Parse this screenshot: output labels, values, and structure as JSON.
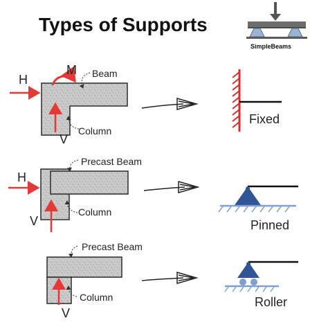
{
  "title": "Types of Supports",
  "logo": {
    "text": "SimpleBeams"
  },
  "colors": {
    "arrow": "#e53935",
    "fixed_wall": "#d32f2f",
    "support_blue": "#2f5597",
    "ground_blue": "#7f9fcf",
    "concrete": "#c9c9c9",
    "outline": "#2a2a2a"
  },
  "rows": [
    {
      "labels": {
        "h": "H",
        "v": "V",
        "m": "M",
        "top": "Beam",
        "column": "Column"
      },
      "result": "Fixed"
    },
    {
      "labels": {
        "h": "H",
        "v": "V",
        "top": "Precast Beam",
        "column": "Column"
      },
      "result": "Pinned"
    },
    {
      "labels": {
        "v": "V",
        "top": "Precast Beam",
        "column": "Column"
      },
      "result": "Roller"
    }
  ]
}
